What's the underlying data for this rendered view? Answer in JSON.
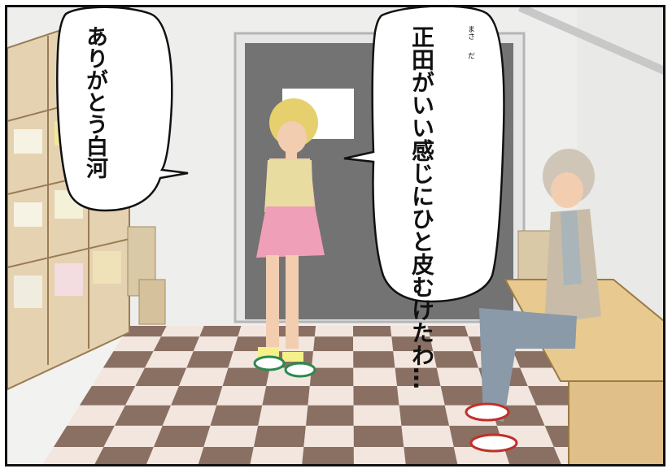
{
  "panel": {
    "bubble_left": {
      "lines": [
        "ありがとう",
        "白河"
      ]
    },
    "bubble_right": {
      "lines": [
        "正田がいい感じに",
        "ひと皮むけたわ…"
      ],
      "furigana": [
        "まさ",
        "だ"
      ]
    }
  },
  "colors": {
    "floor_dark": "#8a6f63",
    "floor_light": "#f2e6df",
    "door": "#707070",
    "wall": "#f0f0ee",
    "dress": "#f0a0b8",
    "hair_girl": "#e2d070",
    "jacket_boy": "#c8bca8",
    "pants_boy": "#8a9aa8",
    "bench": "#e7c98f"
  }
}
